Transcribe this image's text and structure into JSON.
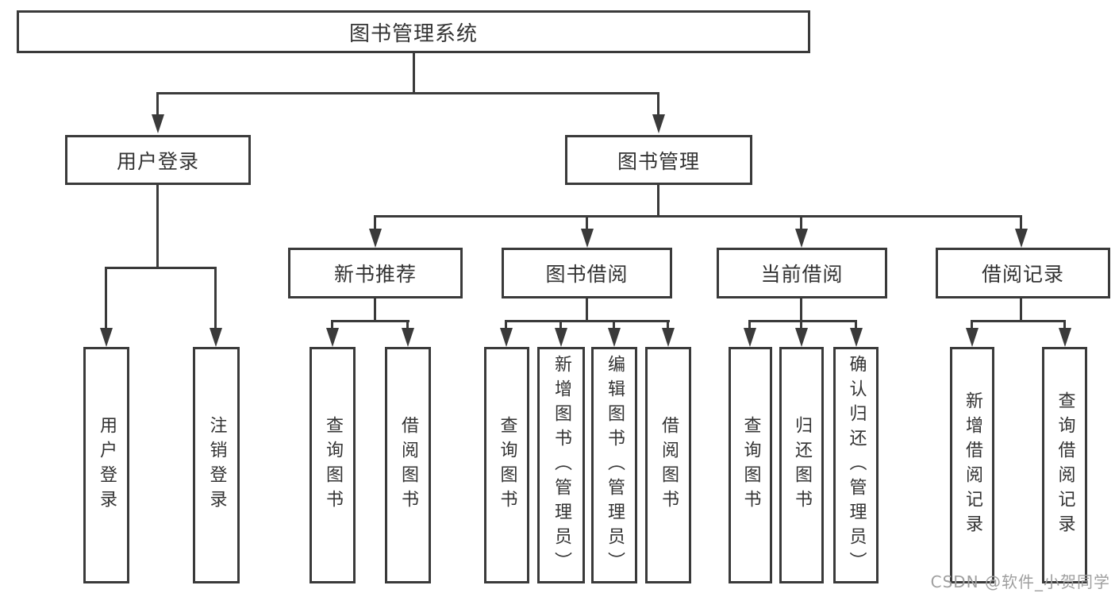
{
  "diagram": {
    "root": {
      "label": "图书管理系统"
    },
    "level2": [
      {
        "label": "用户登录"
      },
      {
        "label": "图书管理"
      }
    ],
    "level3": [
      {
        "label": "新书推荐"
      },
      {
        "label": "图书借阅"
      },
      {
        "label": "当前借阅"
      },
      {
        "label": "借阅记录"
      }
    ],
    "leaves": [
      {
        "label": "用户登录"
      },
      {
        "label": "注销登录"
      },
      {
        "label": "查询图书"
      },
      {
        "label": "借阅图书"
      },
      {
        "label": "查询图书"
      },
      {
        "label": "新增图书（管理员）"
      },
      {
        "label": "编辑图书（管理员）"
      },
      {
        "label": "借阅图书"
      },
      {
        "label": "查询图书"
      },
      {
        "label": "归还图书"
      },
      {
        "label": "确认归还（管理员）"
      },
      {
        "label": "新增借阅记录"
      },
      {
        "label": "查询借阅记录"
      }
    ]
  },
  "watermark": {
    "text": "CSDN @软件_小贺同学"
  },
  "colors": {
    "line": "#3a3a3a",
    "text": "#333333",
    "watermark": "#9f9f9f",
    "background": "#ffffff"
  }
}
